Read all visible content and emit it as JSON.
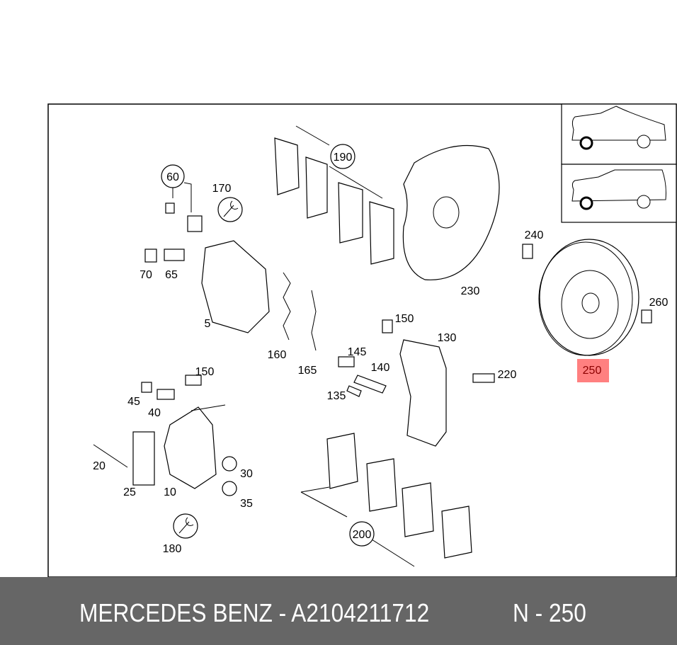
{
  "footer": {
    "brand_part": "MERCEDES BENZ - A2104211712",
    "position": "N - 250"
  },
  "highlight_color": "#ff8080",
  "callouts": {
    "c60": "60",
    "c170": "170",
    "c70": "70",
    "c65": "65",
    "c5": "5",
    "c160": "160",
    "c165": "165",
    "c190": "190",
    "c230": "230",
    "c240": "240",
    "c260": "260",
    "c250": "250",
    "c150a": "150",
    "c130": "130",
    "c145": "145",
    "c140": "140",
    "c135": "135",
    "c220": "220",
    "c150b": "150",
    "c45": "45",
    "c40": "40",
    "c20": "20",
    "c25": "25",
    "c10": "10",
    "c30": "30",
    "c35": "35",
    "c180": "180",
    "c200": "200"
  },
  "icons": [
    "sedan-front-wheel-icon",
    "estate-front-wheel-icon",
    "wrench-icon"
  ]
}
